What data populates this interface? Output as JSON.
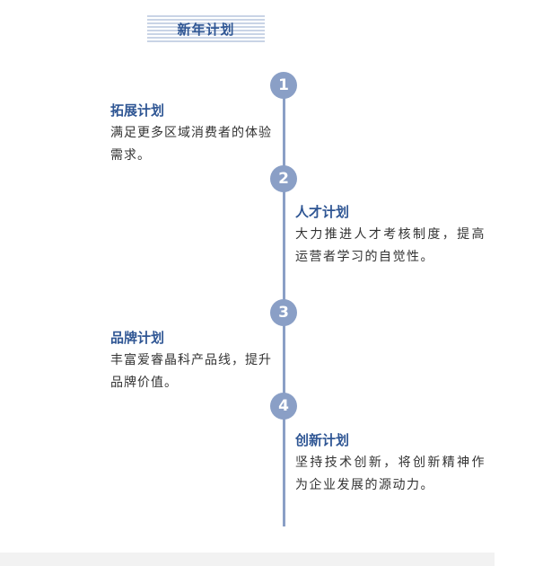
{
  "header": {
    "title": "新年计划"
  },
  "timeline": {
    "nodes": [
      {
        "number": "1"
      },
      {
        "number": "2"
      },
      {
        "number": "3"
      },
      {
        "number": "4"
      }
    ],
    "entries": [
      {
        "title": "拓展计划",
        "desc": "满足更多区域消费者的体验需求。"
      },
      {
        "title": "人才计划",
        "desc": "大力推进人才考核制度，提高运营者学习的自觉性。"
      },
      {
        "title": "品牌计划",
        "desc": "丰富爱睿晶科产品线，提升品牌价值。"
      },
      {
        "title": "创新计划",
        "desc": "坚持技术创新，将创新精神作为企业发展的源动力。"
      }
    ]
  },
  "colors": {
    "accent": "#2f5694",
    "timeline": "#8a9fc6",
    "stripe": "#c9d4e6",
    "text": "#333333"
  }
}
